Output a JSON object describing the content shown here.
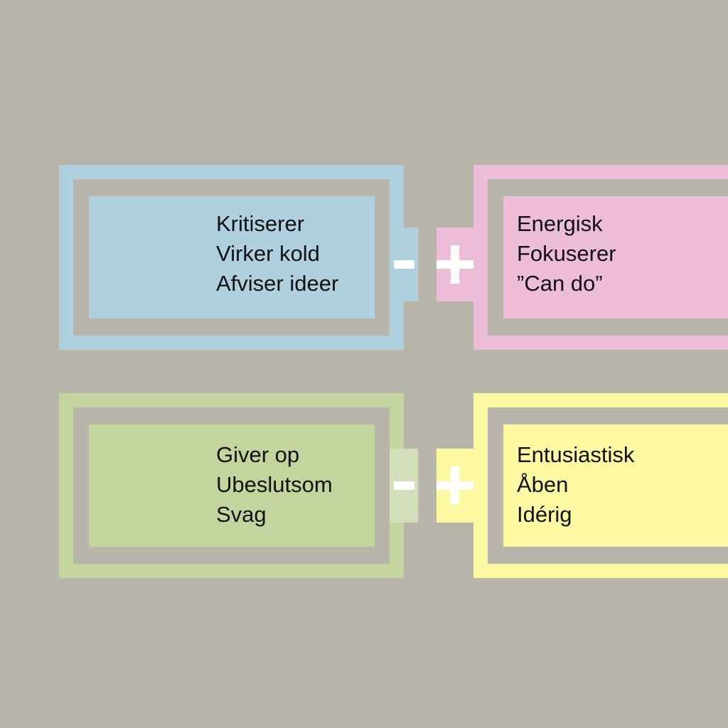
{
  "colors": {
    "background": "#b8b5aa",
    "blue": "#afd1df",
    "pink": "#ecbcd8",
    "green": "#c3d59d",
    "green_terminal": "#d3dfb9",
    "yellow": "#fdf8a2",
    "sign": "#ffffff"
  },
  "batteries": [
    {
      "name": "negative-top",
      "polarity": "minus",
      "lines": [
        "Kritiserer",
        "Virker kold",
        "Afviser ideer"
      ]
    },
    {
      "name": "positive-top",
      "polarity": "plus",
      "lines": [
        "Energisk",
        "Fokuserer",
        "”Can do”"
      ]
    },
    {
      "name": "negative-bottom",
      "polarity": "minus",
      "lines": [
        "Giver op",
        "Ubeslutsom",
        "Svag"
      ]
    },
    {
      "name": "positive-bottom",
      "polarity": "plus",
      "lines": [
        "Entusiastisk",
        "Åben",
        "Idérig"
      ]
    }
  ]
}
